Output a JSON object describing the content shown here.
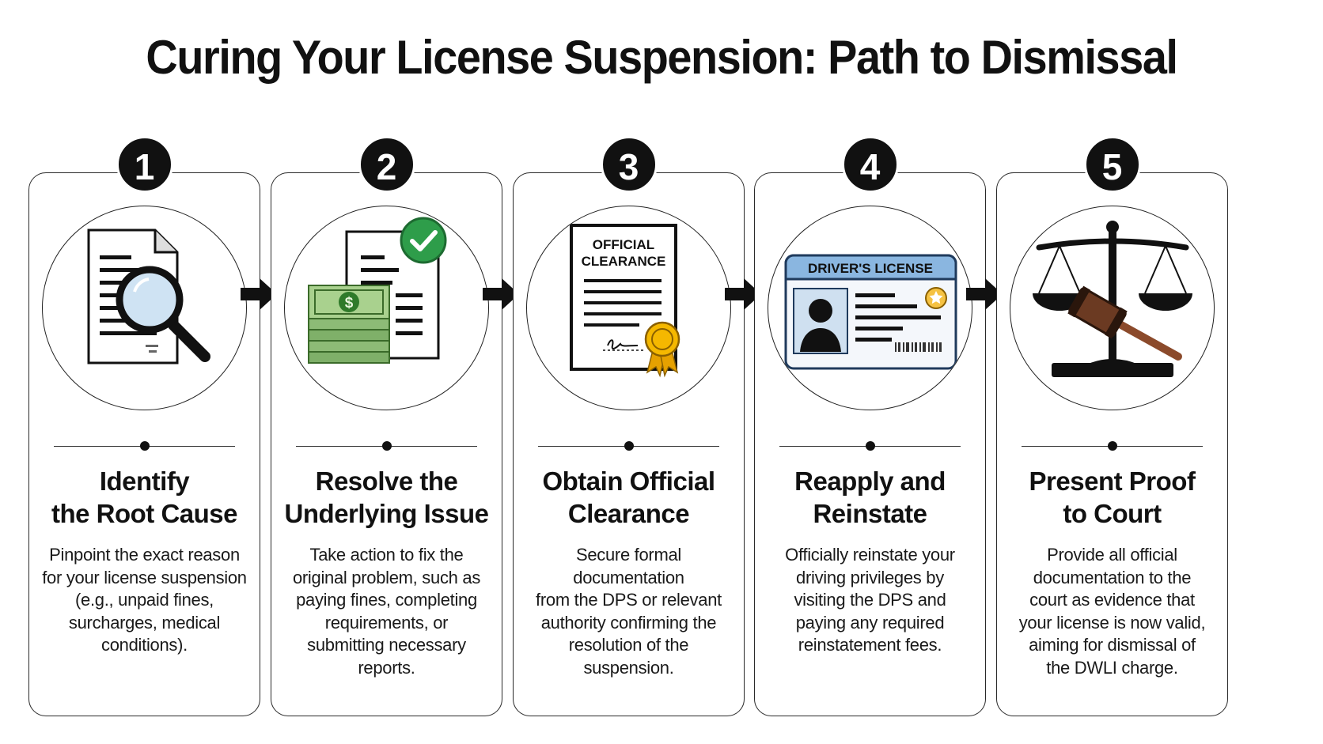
{
  "title": "Curing Your License Suspension: Path to Dismissal",
  "steps": [
    {
      "number": "1",
      "title": "Identify\nthe Root Cause",
      "description": "Pinpoint the exact reason\nfor your license suspension\n(e.g., unpaid fines,\nsurcharges, medical\nconditions).",
      "icon": "document-magnifier-icon"
    },
    {
      "number": "2",
      "title": "Resolve the\nUnderlying Issue",
      "description": "Take action to fix the\noriginal problem, such as\npaying fines, completing\nrequirements, or\nsubmitting necessary\nreports.",
      "icon": "money-checkmark-document-icon"
    },
    {
      "number": "3",
      "title": "Obtain Official\nClearance",
      "description": "Secure formal documentation\nfrom the DPS or relevant\nauthority confirming the\nresolution of the\nsuspension.",
      "icon": "official-clearance-certificate-icon",
      "icon_text": "OFFICIAL\nCLEARANCE"
    },
    {
      "number": "4",
      "title": "Reapply and\nReinstate",
      "description": "Officially reinstate your\ndriving privileges by\nvisiting the DPS and\npaying any required\nreinstatement fees.",
      "icon": "drivers-license-icon",
      "icon_text": "DRIVER'S LICENSE"
    },
    {
      "number": "5",
      "title": "Present Proof\nto Court",
      "description": "Provide all official\ndocumentation to the\ncourt as evidence that\nyour license is now valid,\naiming for dismissal of\nthe DWLI charge.",
      "icon": "scales-gavel-icon"
    }
  ],
  "colors": {
    "green": "#2e9d4a",
    "money_green": "#7fb069",
    "gold": "#f5b800",
    "license_blue": "#8ab6e0",
    "wood": "#8b4a2b"
  }
}
